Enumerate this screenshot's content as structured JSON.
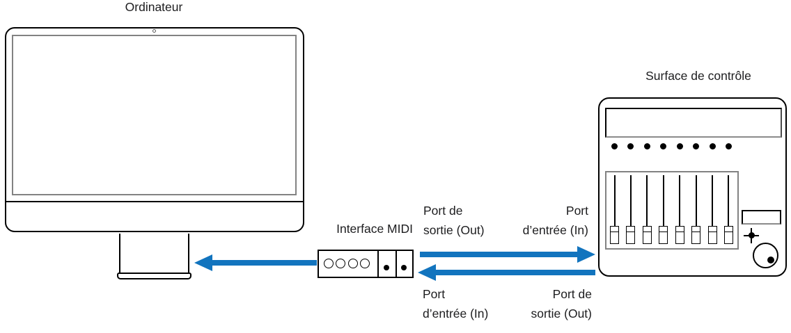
{
  "colors": {
    "arrow": "#1274BE",
    "outline": "#000000",
    "muted_outline": "#828282",
    "text": "#1D1D1F",
    "background": "#FFFFFF"
  },
  "devices": {
    "computer": {
      "label": "Ordinateur"
    },
    "midi_interface": {
      "label": "Interface MIDI"
    },
    "control_surface": {
      "label": "Surface de contrôle"
    }
  },
  "port_labels": {
    "top_left": {
      "line1": "Port de",
      "line2": "sortie (Out)"
    },
    "top_right": {
      "line1": "Port",
      "line2": "d’entrée (In)"
    },
    "bottom_left": {
      "line1": "Port",
      "line2": "d’entrée (In)"
    },
    "bottom_right": {
      "line1": "Port de",
      "line2": "sortie (Out)"
    }
  },
  "icons": {
    "arrow_to_computer": "left-arrow-icon",
    "arrow_to_surface": "right-arrow-icon",
    "arrow_to_interface": "left-arrow-icon"
  }
}
